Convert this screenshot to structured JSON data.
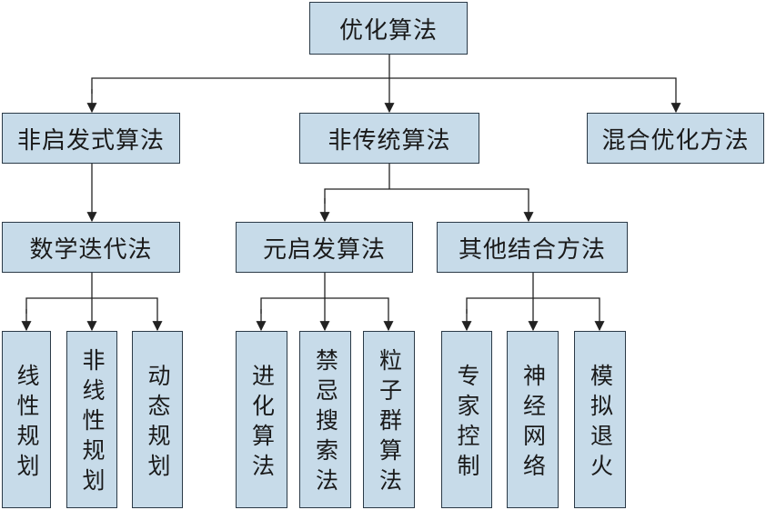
{
  "diagram": {
    "root": "优化算法",
    "level1": [
      "非启发式算法",
      "非传统算法",
      "混合优化方法"
    ],
    "level2": [
      "数学迭代法",
      "元启发算法",
      "其他结合方法"
    ],
    "leaves": [
      "线性规划",
      "非线性规划",
      "动态规划",
      "进化算法",
      "禁忌搜索法",
      "粒子群算法",
      "专家控制",
      "神经网络",
      "模拟退火"
    ]
  },
  "colors": {
    "box_fill": "#c7dbe9",
    "box_border": "#2b3a47",
    "line": "#222222"
  }
}
